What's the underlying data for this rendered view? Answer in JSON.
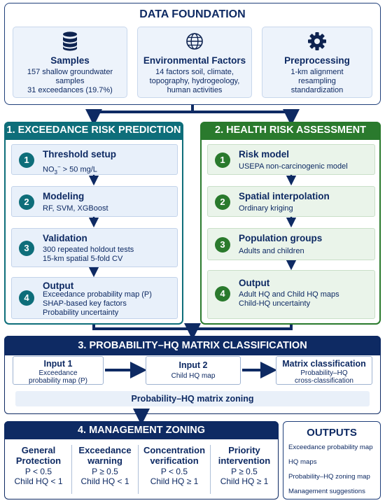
{
  "foundation": {
    "title": "DATA FOUNDATION",
    "cards": [
      {
        "icon": "database-icon",
        "title": "Samples",
        "desc": "157 shallow groundwater\nsamples\n31 exceedances (19.7%)"
      },
      {
        "icon": "globe-icon",
        "title": "Environmental Factors",
        "desc": "14 factors soil, climate,\ntopography, hydrogeology,\nhuman activities"
      },
      {
        "icon": "gear-icon",
        "title": "Preprocessing",
        "desc": "1-km alignment\nresampling\nstandardization"
      }
    ]
  },
  "exceedance": {
    "title": "1. EXCEEDANCE RISK PREDICTION",
    "color": "#0e6e7a",
    "steps": [
      {
        "num": "1",
        "title": "Threshold setup",
        "desc_prefix": "NO",
        "desc_sub": "3",
        "desc_sup": "−",
        "desc_suffix": " > 50 mg/L"
      },
      {
        "num": "2",
        "title": "Modeling",
        "desc": "RF, SVM, XGBoost"
      },
      {
        "num": "3",
        "title": "Validation",
        "desc": "300 repeated holdout tests\n15-km spatial 5-fold CV"
      },
      {
        "num": "4",
        "title": "Output",
        "desc": "Exceedance probability map (P)\nSHAP-based key factors\nProbability uncertainty"
      }
    ]
  },
  "health": {
    "title": "2. HEALTH RISK ASSESSMENT",
    "color": "#2a7a2d",
    "steps": [
      {
        "num": "1",
        "title": "Risk model",
        "desc": "USEPA non-carcinogenic model"
      },
      {
        "num": "2",
        "title": "Spatial interpolation",
        "desc": "Ordinary kriging"
      },
      {
        "num": "3",
        "title": "Population groups",
        "desc": "Adults and children"
      },
      {
        "num": "4",
        "title": "Output",
        "desc": "Adult HQ and Child HQ maps\nChild-HQ uncertainty"
      }
    ]
  },
  "matrix": {
    "title": "3. PROBABILITY–HQ MATRIX CLASSIFICATION",
    "inputs": [
      {
        "title": "Input 1",
        "desc": "Exceedance\nprobability map (P)"
      },
      {
        "title": "Input 2",
        "desc": "Child HQ map"
      },
      {
        "title": "Matrix classification",
        "desc": "Probability–HQ\ncross-classification"
      }
    ],
    "zoning_label": "Probability–HQ matrix zoning"
  },
  "management": {
    "title": "4. MANAGEMENT ZONING",
    "zones": [
      {
        "title": "General\nProtection",
        "criteria": "P < 0.5\nChild HQ < 1"
      },
      {
        "title": "Exceedance\nwarning",
        "criteria": "P ≥ 0.5\nChild HQ < 1"
      },
      {
        "title": "Concentration\nverification",
        "criteria": "P < 0.5\nChild HQ ≥ 1"
      },
      {
        "title": "Priority\nintervention",
        "criteria": "P ≥ 0.5\nChild HQ ≥ 1"
      }
    ]
  },
  "outputs": {
    "title": "OUTPUTS",
    "items": [
      "Exceedance probability map",
      "HQ maps",
      "Probability–HQ zoning map",
      "Management suggestions"
    ]
  },
  "colors": {
    "navy": "#0e2a63",
    "teal": "#0e6e7a",
    "green": "#2a7a2d"
  }
}
